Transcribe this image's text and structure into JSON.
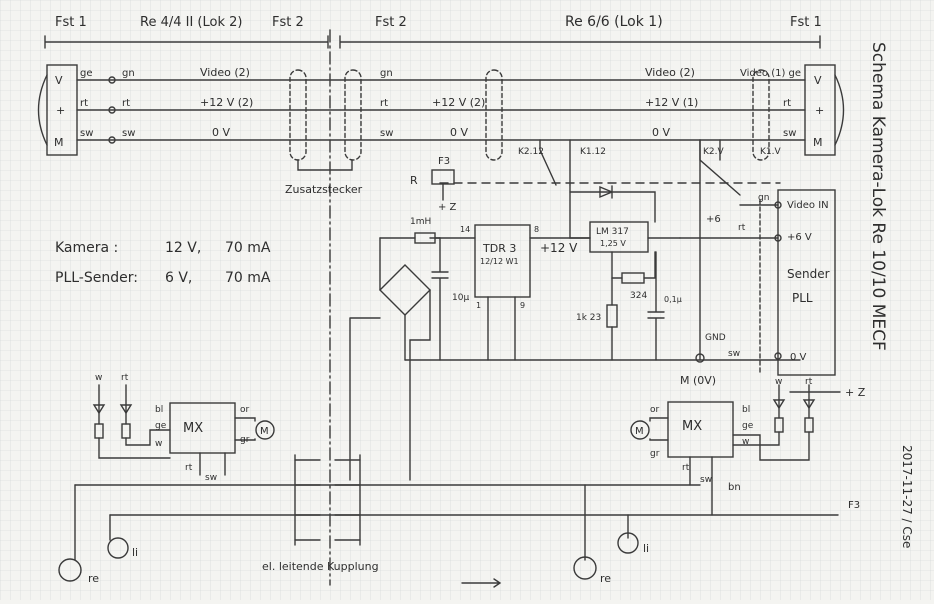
{
  "header": {
    "fst1_left": "Fst 1",
    "loco_left": "Re 4/4 II (Lok 2)",
    "fst2_left": "Fst 2",
    "fst2_right": "Fst 2",
    "loco_right": "Re 6/6 (Lok 1)",
    "fst1_right": "Fst 1"
  },
  "title": {
    "main": "Schema Kamera-Lok Re 10/10 MECF",
    "date": "2017-11-27 / Cse"
  },
  "bus": {
    "conn_V": "V",
    "conn_plus": "+",
    "conn_M": "M",
    "ge": "ge",
    "gn": "gn",
    "rt": "rt",
    "sw": "sw",
    "video_2": "Video (2)",
    "v12_2": "+12 V (2)",
    "zero_v": "0 V",
    "video_2_right": "Video (2)",
    "v12_1": "+12 V (1)",
    "video_1_ge": "Video (1) ge",
    "v12_2b": "+12 V (2)"
  },
  "labels": {
    "zusatzstecker": "Zusatzstecker",
    "kupplung": "el. leitende Kupplung",
    "f3_top": "F3",
    "r_label": "R",
    "plus_z": "+ Z",
    "k2_12": "K2.12",
    "k1_12": "K1.12",
    "k2_v": "K2.V",
    "k1_v": "K1.V",
    "inductor": "1mH",
    "cap1": "10µ",
    "tdr": "TDR 3",
    "tdr_sub": "12/12 W1",
    "pin14": "14",
    "pin8": "8",
    "pin1": "1",
    "pin9": "9",
    "v12_out": "+12 V",
    "lm": "LM 317",
    "lm_sub": "1,25 V",
    "r324": "324",
    "r1k": "1k 23",
    "cap2": "0,1µ",
    "plus6": "+6",
    "rt": "rt",
    "gn": "gn",
    "video_in": "Video IN",
    "plus6v": "+6 V",
    "sender": "Sender",
    "pll": "PLL",
    "zero_v": "0 V",
    "gnd": "GND",
    "sw": "sw",
    "m_0v": "M (0V)",
    "f3_bottom": "F3",
    "plus_z_bottom": "+ Z",
    "bn": "bn"
  },
  "specs": {
    "kamera": "Kamera :",
    "kamera_v": "12 V,",
    "kamera_ma": "70 mA",
    "pll": "PLL-Sender:",
    "pll_v": "6 V,",
    "pll_ma": "70 mA"
  },
  "left_mx": {
    "label": "MX",
    "w": "w",
    "rt": "rt",
    "bl": "bl",
    "ge": "ge",
    "w2": "w",
    "or": "or",
    "gr": "gr",
    "rt2": "rt",
    "sw": "sw",
    "motor": "M"
  },
  "right_mx": {
    "label": "MX",
    "or": "or",
    "gr": "gr",
    "bl": "bl",
    "ge": "ge",
    "w": "w",
    "rt": "rt",
    "sw": "sw",
    "w2": "w",
    "rt2": "rt",
    "motor": "M"
  },
  "wheels": {
    "re": "re",
    "li": "li",
    "re2": "re",
    "li2": "li"
  }
}
